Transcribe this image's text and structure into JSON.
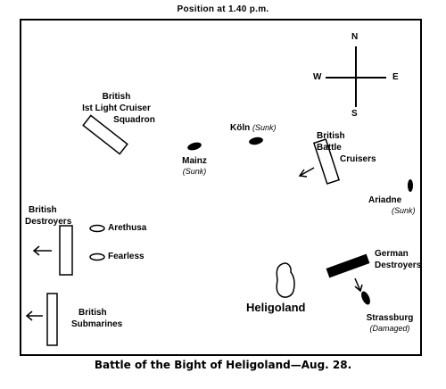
{
  "title": "Position at 1.40 p.m.",
  "caption": "Battle of the Bight of Heligoland—Aug. 28.",
  "compass": {
    "n": "N",
    "s": "S",
    "e": "E",
    "w": "W"
  },
  "labels": {
    "light_cruiser": [
      "British",
      "Ist Light Cruiser",
      "Squadron"
    ],
    "koln": "Köln",
    "koln_status": "(Sunk)",
    "mainz": "Mainz",
    "mainz_status": "(Sunk)",
    "battle_cruisers": [
      "British",
      "Battle",
      "Cruisers"
    ],
    "ariadne": "Ariadne",
    "ariadne_status": "(Sunk)",
    "destroyers": [
      "British",
      "Destroyers"
    ],
    "arethusa": "Arethusa",
    "fearless": "Fearless",
    "german_destroyers": [
      "German",
      "Destroyers"
    ],
    "heligoland": "Heligoland",
    "strassburg": "Strassburg",
    "strassburg_status": "(Damaged)",
    "submarines": [
      "British",
      "Submarines"
    ]
  }
}
